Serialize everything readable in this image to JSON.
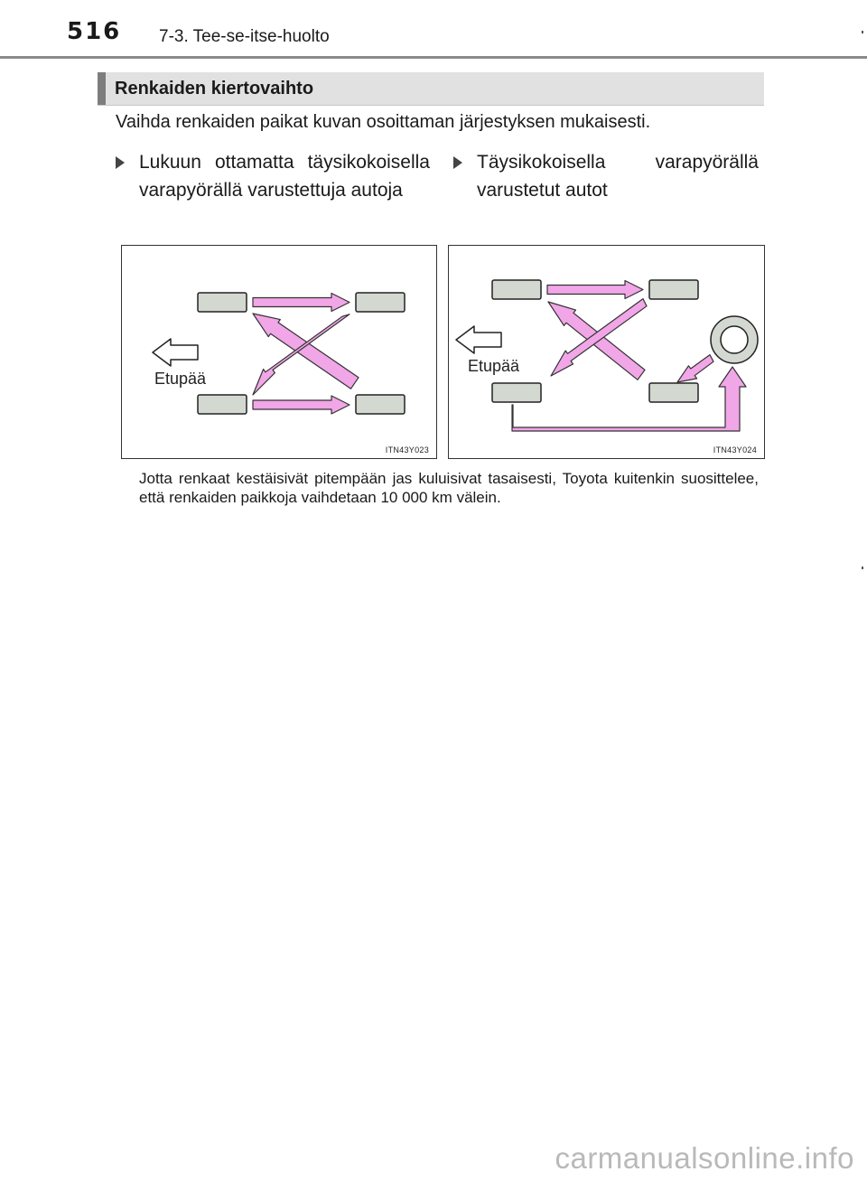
{
  "header": {
    "page_number": "516",
    "section": "7-3. Tee-se-itse-huolto"
  },
  "heading": "Renkaiden kiertovaihto",
  "intro": "Vaihda renkaiden paikat kuvan osoittaman järjestyksen mukaisesti.",
  "bullets": [
    "Lukuun ottamatta täysikokoi­sella varapyörällä varustettuja autoja",
    "Täysikokoisella varapyörällä varustetut autot"
  ],
  "figures": [
    {
      "front_label": "Etupää",
      "code": "ITN43Y023"
    },
    {
      "front_label": "Etupää",
      "code": "ITN43Y024"
    }
  ],
  "note": "Jotta renkaat kestäisivät pitempään jas kuluisivat tasaisesti, Toyota kuiten­kin suosittelee, että renkaiden paikkoja vaihdetaan 10 000 km välein.",
  "watermark": "carmanualsonline.info",
  "colors": {
    "tire_fill": "#d3d8d1",
    "arrow_fill": "#f1a6e7",
    "heading_bar": "#e1e1e1"
  }
}
